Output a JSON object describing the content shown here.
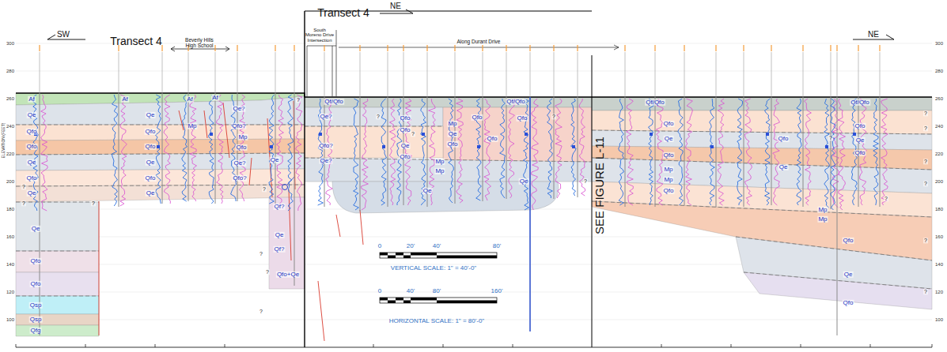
{
  "diagram": {
    "title": "Transect 4",
    "labels": [
      "Transect 4",
      "SW",
      "NE",
      "NE",
      "Beverly Hills High School",
      "South Moreno Drive Intersection",
      "Along Durant Drive",
      "SEE FIGURE L-11",
      "0",
      "20'",
      "40'",
      "80'",
      "VERTICAL SCALE: 1\" = 40'-0\"",
      "0",
      "40'",
      "80'",
      "160'",
      "HORIZONTAL SCALE: 1\" = 80'-0\"",
      "ELEVATION (FEET)",
      "300",
      "280",
      "260",
      "240",
      "220",
      "200",
      "180",
      "160",
      "140",
      "120",
      "100",
      "300",
      "280",
      "260",
      "240",
      "220",
      "200",
      "180",
      "160",
      "140",
      "120",
      "100",
      "Af",
      "Qe",
      "Qfo",
      "Qfo",
      "Qe",
      "Qfo",
      "Qe",
      "Qe",
      "Qfo",
      "Qfo",
      "Qsp",
      "Qsp",
      "Qfg",
      "Af",
      "Af",
      "Af",
      "Qe",
      "Qfo",
      "Qfo",
      "Qe",
      "Qfo",
      "Qe",
      "Qe?",
      "Mp",
      "Mp",
      "Qfo?",
      "Qfo",
      "Qe?",
      "Qfo?",
      "Qe",
      "Qf?",
      "Qe",
      "Qf?",
      "Qfo+Qe",
      "Qf/Qfo",
      "Qe?",
      "Qfo?",
      "Qe?",
      "Qfo",
      "Qfo",
      "Qe",
      "Qfo",
      "Mp",
      "Qfo",
      "Qe",
      "Qfo",
      "Mp",
      "Mp",
      "Qfo",
      "Qe",
      "Qf/Qfo",
      "Qfo",
      "Qe",
      "Qf/Qfo",
      "Qfo",
      "Qe",
      "Qfo",
      "Mp",
      "Mp",
      "Qfo",
      "Qfo",
      "Qe",
      "Qf/Qfo",
      "Qfo",
      "Qe",
      "Qfo",
      "Mp",
      "Mp",
      "Qfo",
      "Qe",
      "Qfo",
      "?",
      "?",
      "?",
      "?",
      "?",
      "?",
      "?",
      "?",
      "?",
      "?",
      "?",
      "?",
      "?",
      "?",
      "?",
      "?",
      "?",
      "?",
      "?",
      "?"
    ]
  }
}
